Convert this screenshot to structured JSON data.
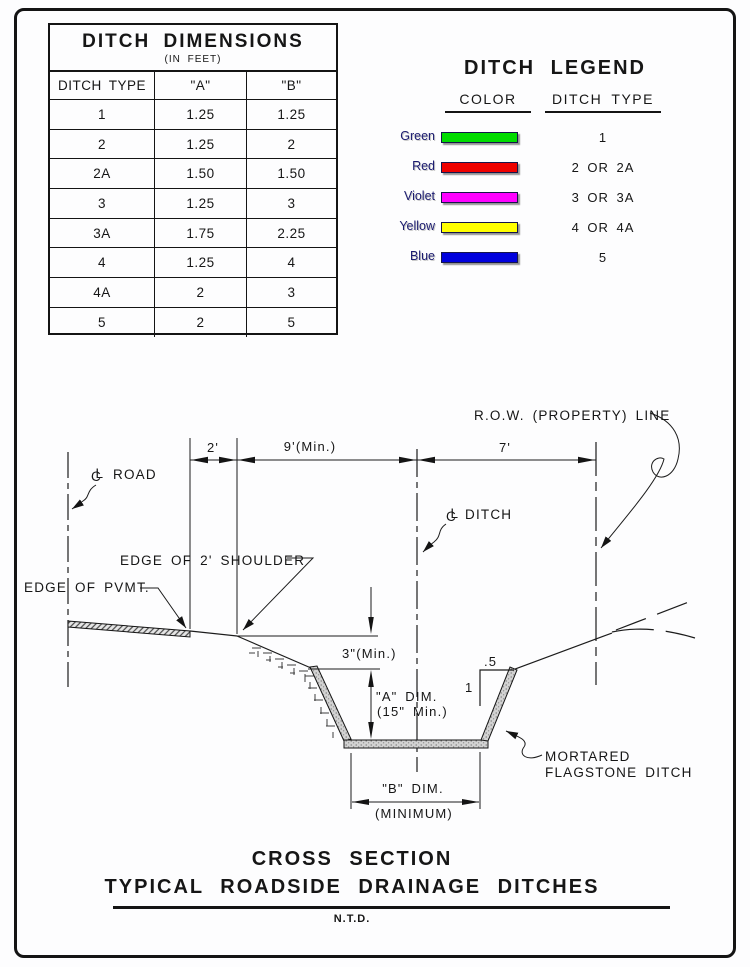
{
  "dimensions_table": {
    "title": "DITCH DIMENSIONS",
    "subtitle": "(IN FEET)",
    "columns": [
      "DITCH TYPE",
      "\"A\"",
      "\"B\""
    ],
    "rows": [
      [
        "1",
        "1.25",
        "1.25"
      ],
      [
        "2",
        "1.25",
        "2"
      ],
      [
        "2A",
        "1.50",
        "1.50"
      ],
      [
        "3",
        "1.25",
        "3"
      ],
      [
        "3A",
        "1.75",
        "2.25"
      ],
      [
        "4",
        "1.25",
        "4"
      ],
      [
        "4A",
        "2",
        "3"
      ],
      [
        "5",
        "2",
        "5"
      ]
    ]
  },
  "legend": {
    "title": "DITCH LEGEND",
    "color_header": "COLOR",
    "type_header": "DITCH TYPE",
    "entries": [
      {
        "color_name": "Green",
        "color_hex": "#00dc00",
        "ditch_type": "1"
      },
      {
        "color_name": "Red",
        "color_hex": "#ee0000",
        "ditch_type": "2 OR 2A"
      },
      {
        "color_name": "Violet",
        "color_hex": "#ff00ff",
        "ditch_type": "3 OR 3A"
      },
      {
        "color_name": "Yellow",
        "color_hex": "#ffff00",
        "ditch_type": "4 OR 4A"
      },
      {
        "color_name": "Blue",
        "color_hex": "#0000dd",
        "ditch_type": "5"
      }
    ]
  },
  "diagram": {
    "labels": {
      "cl_c": "C",
      "cl_l": "L",
      "cl_road": "ROAD",
      "cl_ditch": "DITCH",
      "row_line": "R.O.W. (PROPERTY) LINE",
      "dim_2ft": "2'",
      "dim_9ft": "9'(Min.)",
      "dim_7ft": "7'",
      "edge_shoulder": "EDGE OF 2' SHOULDER",
      "edge_pvmt": "EDGE OF PVMT.",
      "dim_3in": "3\"(Min.)",
      "slope_half": ".5",
      "slope_one": "1",
      "a_dim": "\"A\" DIM.",
      "a_dim_min": "(15\" Min.)",
      "b_dim": "\"B\"  DIM.",
      "b_dim_min": "(MINIMUM)",
      "mortared_line1": "MORTARED",
      "mortared_line2": "FLAGSTONE DITCH"
    }
  },
  "footer": {
    "title_line1": "CROSS SECTION",
    "title_line2": "TYPICAL ROADSIDE DRAINAGE DITCHES",
    "scale_note": "N.T.D."
  }
}
